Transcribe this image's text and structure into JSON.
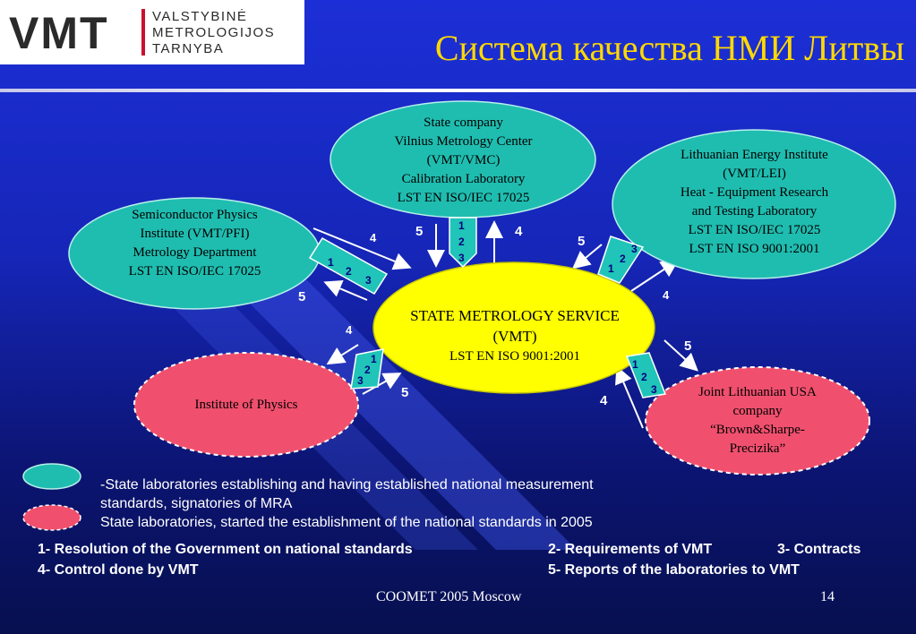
{
  "logo": {
    "acronym": "VMT",
    "line1": "VALSTYBINĖ",
    "line2": "METROLOGIJOS",
    "line3": "TARNYBA"
  },
  "title": "Система качества НМИ Литвы",
  "center": {
    "line1": "STATE  METROLOGY SERVICE",
    "line2": "(VMT)",
    "line3": "LST EN  ISO 9001:2001"
  },
  "top_node": {
    "line1": "State company",
    "line2": "Vilnius Metrology  Center",
    "line3": "(VMT/VMC)",
    "line4": "Calibration Laboratory",
    "line5": "LST EN ISO/IEC 17025"
  },
  "left_node": {
    "line1": "Semiconductor Physics",
    "line2": "Institute (VMT/PFI)",
    "line3": "Metrology Department",
    "line4": "LST EN ISO/IEC 17025"
  },
  "right_node": {
    "line1": "Lithuanian Energy Institute",
    "line2": "(VMT/LEI)",
    "line3": "Heat - Equipment  Research",
    "line4": "and Testing Laboratory",
    "line5": "LST EN ISO/IEC 17025",
    "line6": "LST EN ISO 9001:2001"
  },
  "bl_node": {
    "line1": "Institute of Physics"
  },
  "br_node": {
    "line1": "Joint Lithuanian USA",
    "line2": "company",
    "line3": "“Brown&Sharpe-",
    "line4": "Precizika”"
  },
  "labels": {
    "n1": "1",
    "n2": "2",
    "n3": "3",
    "n4": "4",
    "n5": "5"
  },
  "legend": {
    "item1_line1": "-State laboratories establishing and having established national measurement",
    "item1_line2": "standards, signatories of MRA",
    "item2": "State laboratories, started the establishment of the national standards in 2005"
  },
  "notes": {
    "n1": "1- Resolution of the Government on national  standards",
    "n2": "2- Requirements of  VMT",
    "n3": "3- Contracts",
    "n4": "4- Control  done by  VMT",
    "n5": "5- Reports of the laboratories to VMT"
  },
  "footer": {
    "event": "COOMET 2005 Moscow",
    "page": "14"
  },
  "colors": {
    "teal": "#1fbdb0",
    "pink": "#f0506e",
    "yellow": "#ffff00",
    "arrow_fill": "#20c4b8"
  }
}
